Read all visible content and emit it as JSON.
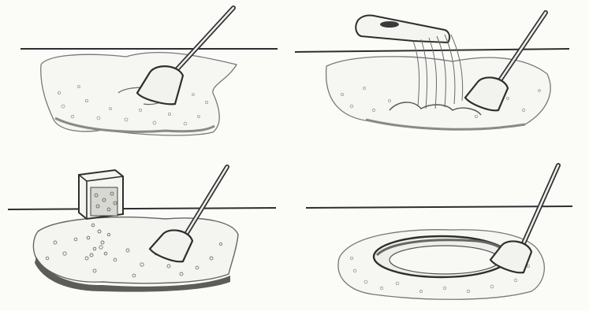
{
  "figure": {
    "panels": [
      {
        "id": 1,
        "content": "spread-mound",
        "tool": "shovel"
      },
      {
        "id": 2,
        "content": "add-water",
        "tool": "shovel"
      },
      {
        "id": 3,
        "content": "add-aggregate",
        "tool": "shovel"
      },
      {
        "id": 4,
        "content": "make-crater",
        "tool": "shovel"
      }
    ],
    "colors": {
      "ink": "#3a3a3a",
      "paper": "#fbfbf8",
      "mound_fill": "#f6f6f2",
      "shadow": "#8a8a84"
    }
  }
}
